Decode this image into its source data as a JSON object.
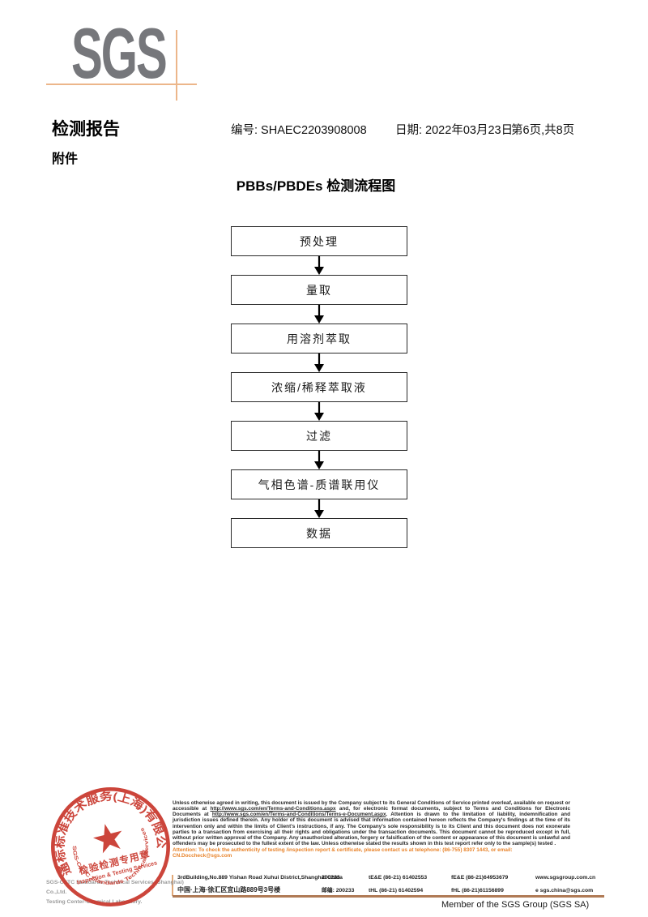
{
  "logo": {
    "text": "SGS"
  },
  "header": {
    "report_title": "检测报告",
    "report_no": "编号: SHAEC2203908008",
    "date": "日期: 2022年03月23日",
    "page": "第6页,共8页",
    "attachment": "附件"
  },
  "flowchart": {
    "title": "PBBs/PBDEs 检测流程图",
    "steps": [
      {
        "label": "预处理"
      },
      {
        "label": "量取"
      },
      {
        "label": "用溶剂萃取"
      },
      {
        "label": "浓缩/稀释萃取液"
      },
      {
        "label": "过滤"
      },
      {
        "label": "气相色谱-质谱联用仪"
      },
      {
        "label": "数据"
      }
    ]
  },
  "stamp": {
    "ring_cn": "通标标准技术服务(上海)有限公司",
    "ring_en": "SGS-CSTC Standards Technical Services (Shanghai) Co.,Ltd.",
    "star": "★",
    "line1": "检验检测专用章",
    "line2": "Inspection & Testing Services"
  },
  "footer": {
    "company_line1": "SGS-CSTC Standards Technical Services (Shanghai) Co.,Ltd.",
    "company_line2": "Testing Center-Chemical Laboratory.",
    "disclaimer": {
      "part1": "Unless otherwise agreed in writing, this document is issued by the Company subject to its General Conditions of Service printed overleaf, available on request or accessible at ",
      "url1": "http://www.sgs.com/en/Terms-and-Conditions.aspx",
      "part2": " and, for electronic format documents, subject to Terms and Conditions for Electronic Documents at ",
      "url2": "http://www.sgs.com/en/Terms-and-Conditions/Terms-e-Document.aspx",
      "part3": ". Attention is drawn to the limitation of liability, indemnification and jurisdiction issues defined therein. Any holder of this document is advised that information contained hereon reflects the Company's findings at the time of its intervention only and within the limits of Client's instructions, if any. The Company's sole responsibility is to its Client and this document does not exonerate parties to a transaction from exercising all their rights and obligations under the transaction documents. This document cannot be reproduced except in full, without prior written approval of the Company. Any unauthorized alteration, forgery or falsification of the content or appearance of this document is unlawful and offenders may be prosecuted to the fullest extent of the law. Unless otherwise stated the results shown in this test report refer only to the sample(s) tested ."
    },
    "attention": "Attention: To check the authenticity of testing /inspection report & certificate, please contact us at telephone: (86-755) 8307 1443, or email: CN.Doccheck@sgs.com",
    "address": {
      "row1": {
        "addr": "3rdBuilding,No.889 Yishan Road Xuhui District,Shanghai China",
        "post": "200233",
        "tel": "tE&E (86-21) 61402553",
        "fax": "fE&E (86-21)64953679",
        "web": "www.sgsgroup.com.cn"
      },
      "row2": {
        "addr": "中国·上海·徐汇区宜山路889号3号楼",
        "post": "邮编: 200233",
        "tel": "tHL (86-21) 61402594",
        "fax": "fHL (86-21)61156899",
        "email": "e sgs.china@sgs.com"
      }
    },
    "member": "Member of the SGS Group (SGS SA)"
  },
  "colors": {
    "logo_gray": "#76777b",
    "crop_mark_tan": "#ecb68a",
    "footer_rule_brown": "#b07a55",
    "attention_orange": "#e8832a",
    "stamp_red": "#c8362b"
  }
}
